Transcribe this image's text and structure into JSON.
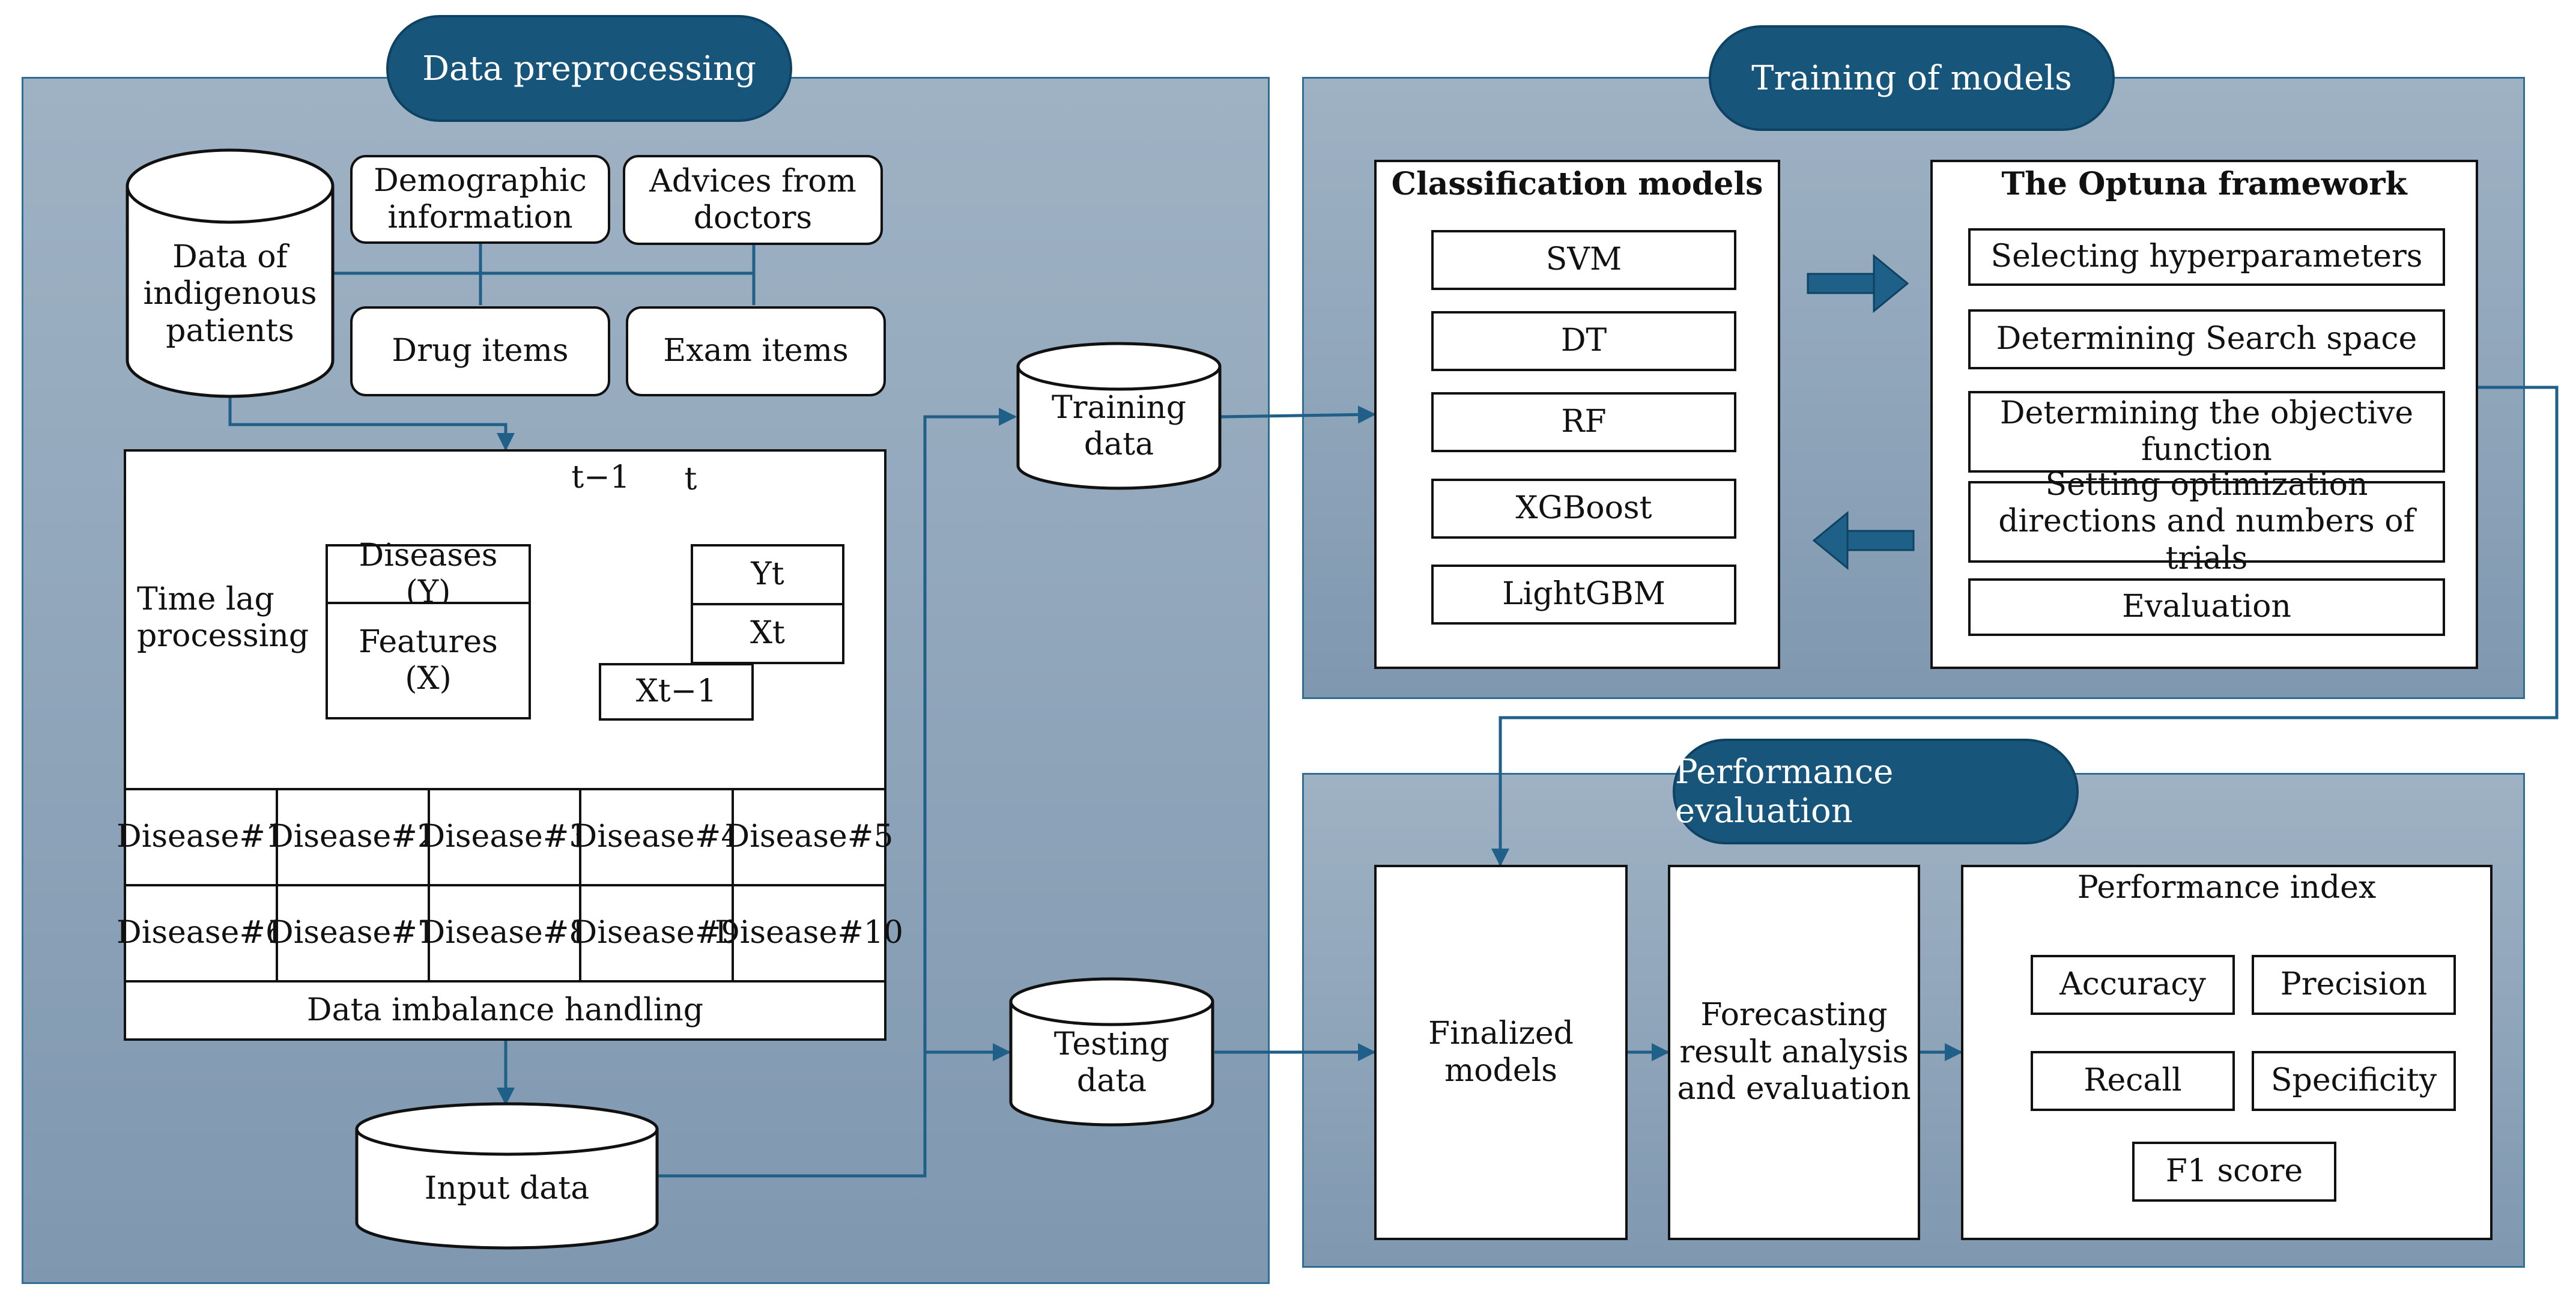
{
  "sections": {
    "preprocessing": "Data preprocessing",
    "training": "Training of models",
    "evaluation": "Performance evaluation"
  },
  "preprocessing": {
    "source_db": "Data of indigenous patients",
    "demographic": "Demographic information",
    "advices": "Advices from doctors",
    "drug_items": "Drug items",
    "exam_items": "Exam items",
    "time_lag": {
      "label": "Time lag processing",
      "t_minus_1": "t−1",
      "t": "t",
      "diseases_y": "Diseases (Y)",
      "features_x": "Features (X)",
      "yt": "Yt",
      "xt": "Xt",
      "xt_minus_1": "Xt−1"
    },
    "diseases": [
      [
        "Disease",
        "#1"
      ],
      [
        "Disease",
        "#2"
      ],
      [
        "Disease",
        "#3"
      ],
      [
        "Disease",
        "#4"
      ],
      [
        "Disease",
        "#5"
      ],
      [
        "Disease",
        "#6"
      ],
      [
        "Disease",
        "#7"
      ],
      [
        "Disease",
        "#8"
      ],
      [
        "Disease",
        "#9"
      ],
      [
        "Disease",
        "#10"
      ]
    ],
    "imbalance": "Data imbalance handling",
    "input_data": "Input data"
  },
  "split": {
    "training_data": "Training data",
    "testing_data": "Testing data"
  },
  "training": {
    "classification_title": "Classification models",
    "models": [
      "SVM",
      "DT",
      "RF",
      "XGBoost",
      "LightGBM"
    ],
    "optuna_title": "The Optuna framework",
    "optuna_steps": [
      "Selecting hyperparameters",
      "Determining Search space",
      "Determining the objective function",
      "Setting optimization directions and numbers of trials",
      "Evaluation"
    ]
  },
  "evaluation": {
    "finalized": "Finalized models",
    "forecasting": "Forecasting result analysis and evaluation",
    "index_title": "Performance index",
    "metrics": [
      "Accuracy",
      "Precision",
      "Recall",
      "Specificity",
      "F1 score"
    ]
  },
  "colors": {
    "panel_fill": "#8ea4b9",
    "pill_fill": "#17557a",
    "connector": "#2f6f96"
  }
}
